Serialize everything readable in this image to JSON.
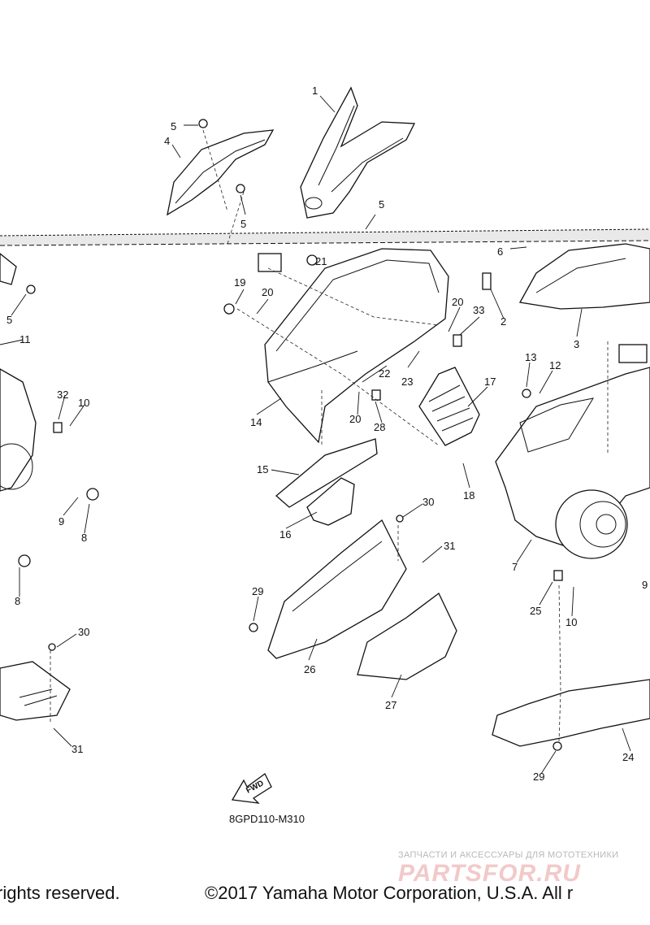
{
  "diagram_code": "8GPD110-M310",
  "fwd_label": "FWD",
  "watermark": {
    "subtitle": "ЗАПЧАСТИ И АКСЕССУАРЫ ДЛЯ МОТОТЕХНИКИ",
    "logo": "PARTSFOR.RU"
  },
  "footer": {
    "left": "rights reserved.",
    "right": "©2017 Yamaha Motor Corporation, U.S.A. All r"
  },
  "callouts": [
    "1",
    "2",
    "3",
    "4",
    "5",
    "6",
    "7",
    "8",
    "9",
    "10",
    "11",
    "12",
    "13",
    "14",
    "15",
    "16",
    "17",
    "18",
    "19",
    "20",
    "21",
    "22",
    "23",
    "24",
    "25",
    "26",
    "27",
    "28",
    "29",
    "30",
    "31",
    "32",
    "33"
  ],
  "colors": {
    "line": "#111111",
    "watermark_logo": "#f2c9c9",
    "watermark_text": "#b9b9b9"
  }
}
